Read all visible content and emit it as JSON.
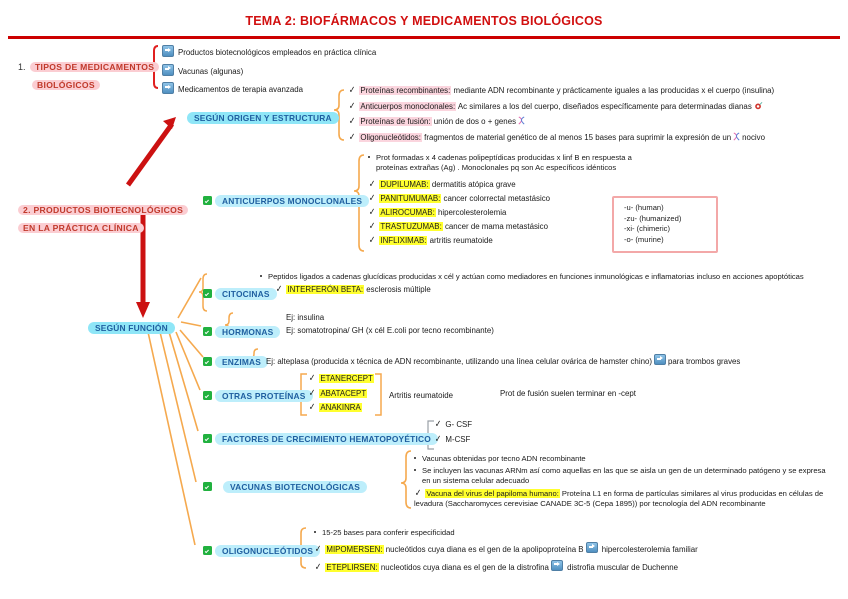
{
  "title": "TEMA 2: BIOFÁRMACOS Y MEDICAMENTOS BIOLÓGICOS",
  "colors": {
    "title_red": "#d10f0f",
    "rule_red": "#cc0000",
    "arrow_red": "#cc1111",
    "branch_orange": "#f5a94e",
    "pink_highlight": "#fbcdd2",
    "cyan_highlight": "#8fe6f7",
    "yellow_highlight": "#ffff2e",
    "green_check": "#21b13f"
  },
  "section1": {
    "number": "1.",
    "label_line1": "TIPOS DE MEDICAMENTOS",
    "label_line2": "BIOLÓGICOS",
    "items": [
      "Productos biotecnológicos empleados en práctica clínica",
      "Vacunas (algunas)",
      "Medicamentos de terapia avanzada"
    ]
  },
  "section2": {
    "number": "2.",
    "label_line1": "PRODUCTOS  BIOTECNOLÓGICOS",
    "label_line2": "EN LA PRÁCTICA CLÍNICA"
  },
  "origen": {
    "label": "SEGÚN ORIGEN Y ESTRUCTURA",
    "items": [
      {
        "term": "Proteínas recombinantes:",
        "rest": " mediante ADN recombinante y prácticamente iguales a las producidas x el cuerpo (insulina)"
      },
      {
        "term": "Anticuerpos monoclonales:",
        "rest": " Ac similares a los del cuerpo, diseñados específicamente para determinadas dianas"
      },
      {
        "term": "Proteínas de fusión:",
        "rest": " unión de dos o + genes"
      },
      {
        "term": "Oligonucleótidos:",
        "rest": " fragmentos de material genético de al menos 15 bases para suprimir la expresión de un"
      },
      {
        "term": "",
        "rest": "nocivo"
      }
    ]
  },
  "funcion": {
    "label": "SEGÚN FUNCIÓN"
  },
  "monoclonales": {
    "label": "ANTICUERPOS  MONOCLONALES",
    "bullet_line1": "Prot formadas x 4 cadenas polipeptídicas producidas x linf B en respuesta a proteínas",
    "bullet_line2": "extrañas (Ag) . Monoclonales pq son Ac específicos idénticos",
    "drugs": [
      {
        "name": "DUPILUMAB:",
        "use": " dermatitis atópica grave"
      },
      {
        "name": "PANITUMUMAB:",
        "use": " cancer colorrectal metastásico"
      },
      {
        "name": "ALIROCUMAB:",
        "use": " hipercolesterolemia"
      },
      {
        "name": "TRASTUZUMAB:",
        "use": " cancer de mama metastásico"
      },
      {
        "name": "INFLIXIMAB:",
        "use": " artritis reumatoide"
      }
    ],
    "legend": [
      "-u- (human)",
      "-zu- (humanized)",
      "-xi-  (chimeric)",
      "-o- (murine)"
    ]
  },
  "citocinas": {
    "label": "CITOCINAS",
    "bullet_line1": "Peptidos ligados a cadenas glucídicas producidas x cél y actúan como mediadores en funciones inmunológicas e inflamatorias incluso en",
    "bullet_line2": "acciones apoptóticas",
    "drug": {
      "name": "INTERFERÓN BETA:",
      "use": " esclerosis múltiple"
    }
  },
  "hormonas": {
    "label": "HORMONAS",
    "lines": [
      "Ej: insulina",
      "Ej: somatotropina/ GH (x cél E.coli por tecno recombinante)"
    ]
  },
  "enzimas": {
    "label": "ENZIMAS",
    "text_before": "Ej: alteplasa (producida x técnica de ADN recombinante, utilizando una línea celular ovárica de hamster chino)",
    "text_after": "para trombos graves"
  },
  "otras_proteinas": {
    "label": "OTRAS PROTEÍNAS",
    "drugs": [
      "ETANERCEPT",
      "ABATACEPT",
      "ANAKINRA"
    ],
    "indication": "Artritis reumatoide",
    "note": "Prot de fusión suelen terminar en -cept"
  },
  "factores": {
    "label": "FACTORES DE CRECIMIENTO HEMATOPOYÉTICO",
    "items": [
      "G- CSF",
      "M-CSF"
    ]
  },
  "vacunas": {
    "label": "VACUNAS BIOTECNOLÓGICAS",
    "bullets": [
      "Vacunas obtenidas por tecno ADN recombinante",
      "Se incluyen las vacunas ARNm así como aquellas en las que se aisla un gen de un determinado patógeno y se expresa en un sistema celular adecuado"
    ],
    "drug": {
      "name": "Vacuna del virus del papiloma humano:",
      "line1": " Proteína L1 en forma de partículas similares al virus producidas en células de",
      "line2": "levadura (Saccharomyces cerevisiae CANADE 3C-5 (Cepa 1895)) por tecnología del ADN recombinante"
    }
  },
  "oligos": {
    "label": "OLIGONUCLEÓTIDOS",
    "bullet": "15-25 bases para conferir especificidad",
    "drugs": [
      {
        "name": "MIPOMERSEN:",
        "mid": " nucleótidos cuya diana es el gen de la apolipoproteína B",
        "after": " hipercolesterolemia familiar"
      },
      {
        "name": "ETEPLIRSEN:",
        "mid": " nucleotidos cuya diana es el gen de la distrofina",
        "after": " distrofia muscular de Duchenne"
      }
    ]
  }
}
